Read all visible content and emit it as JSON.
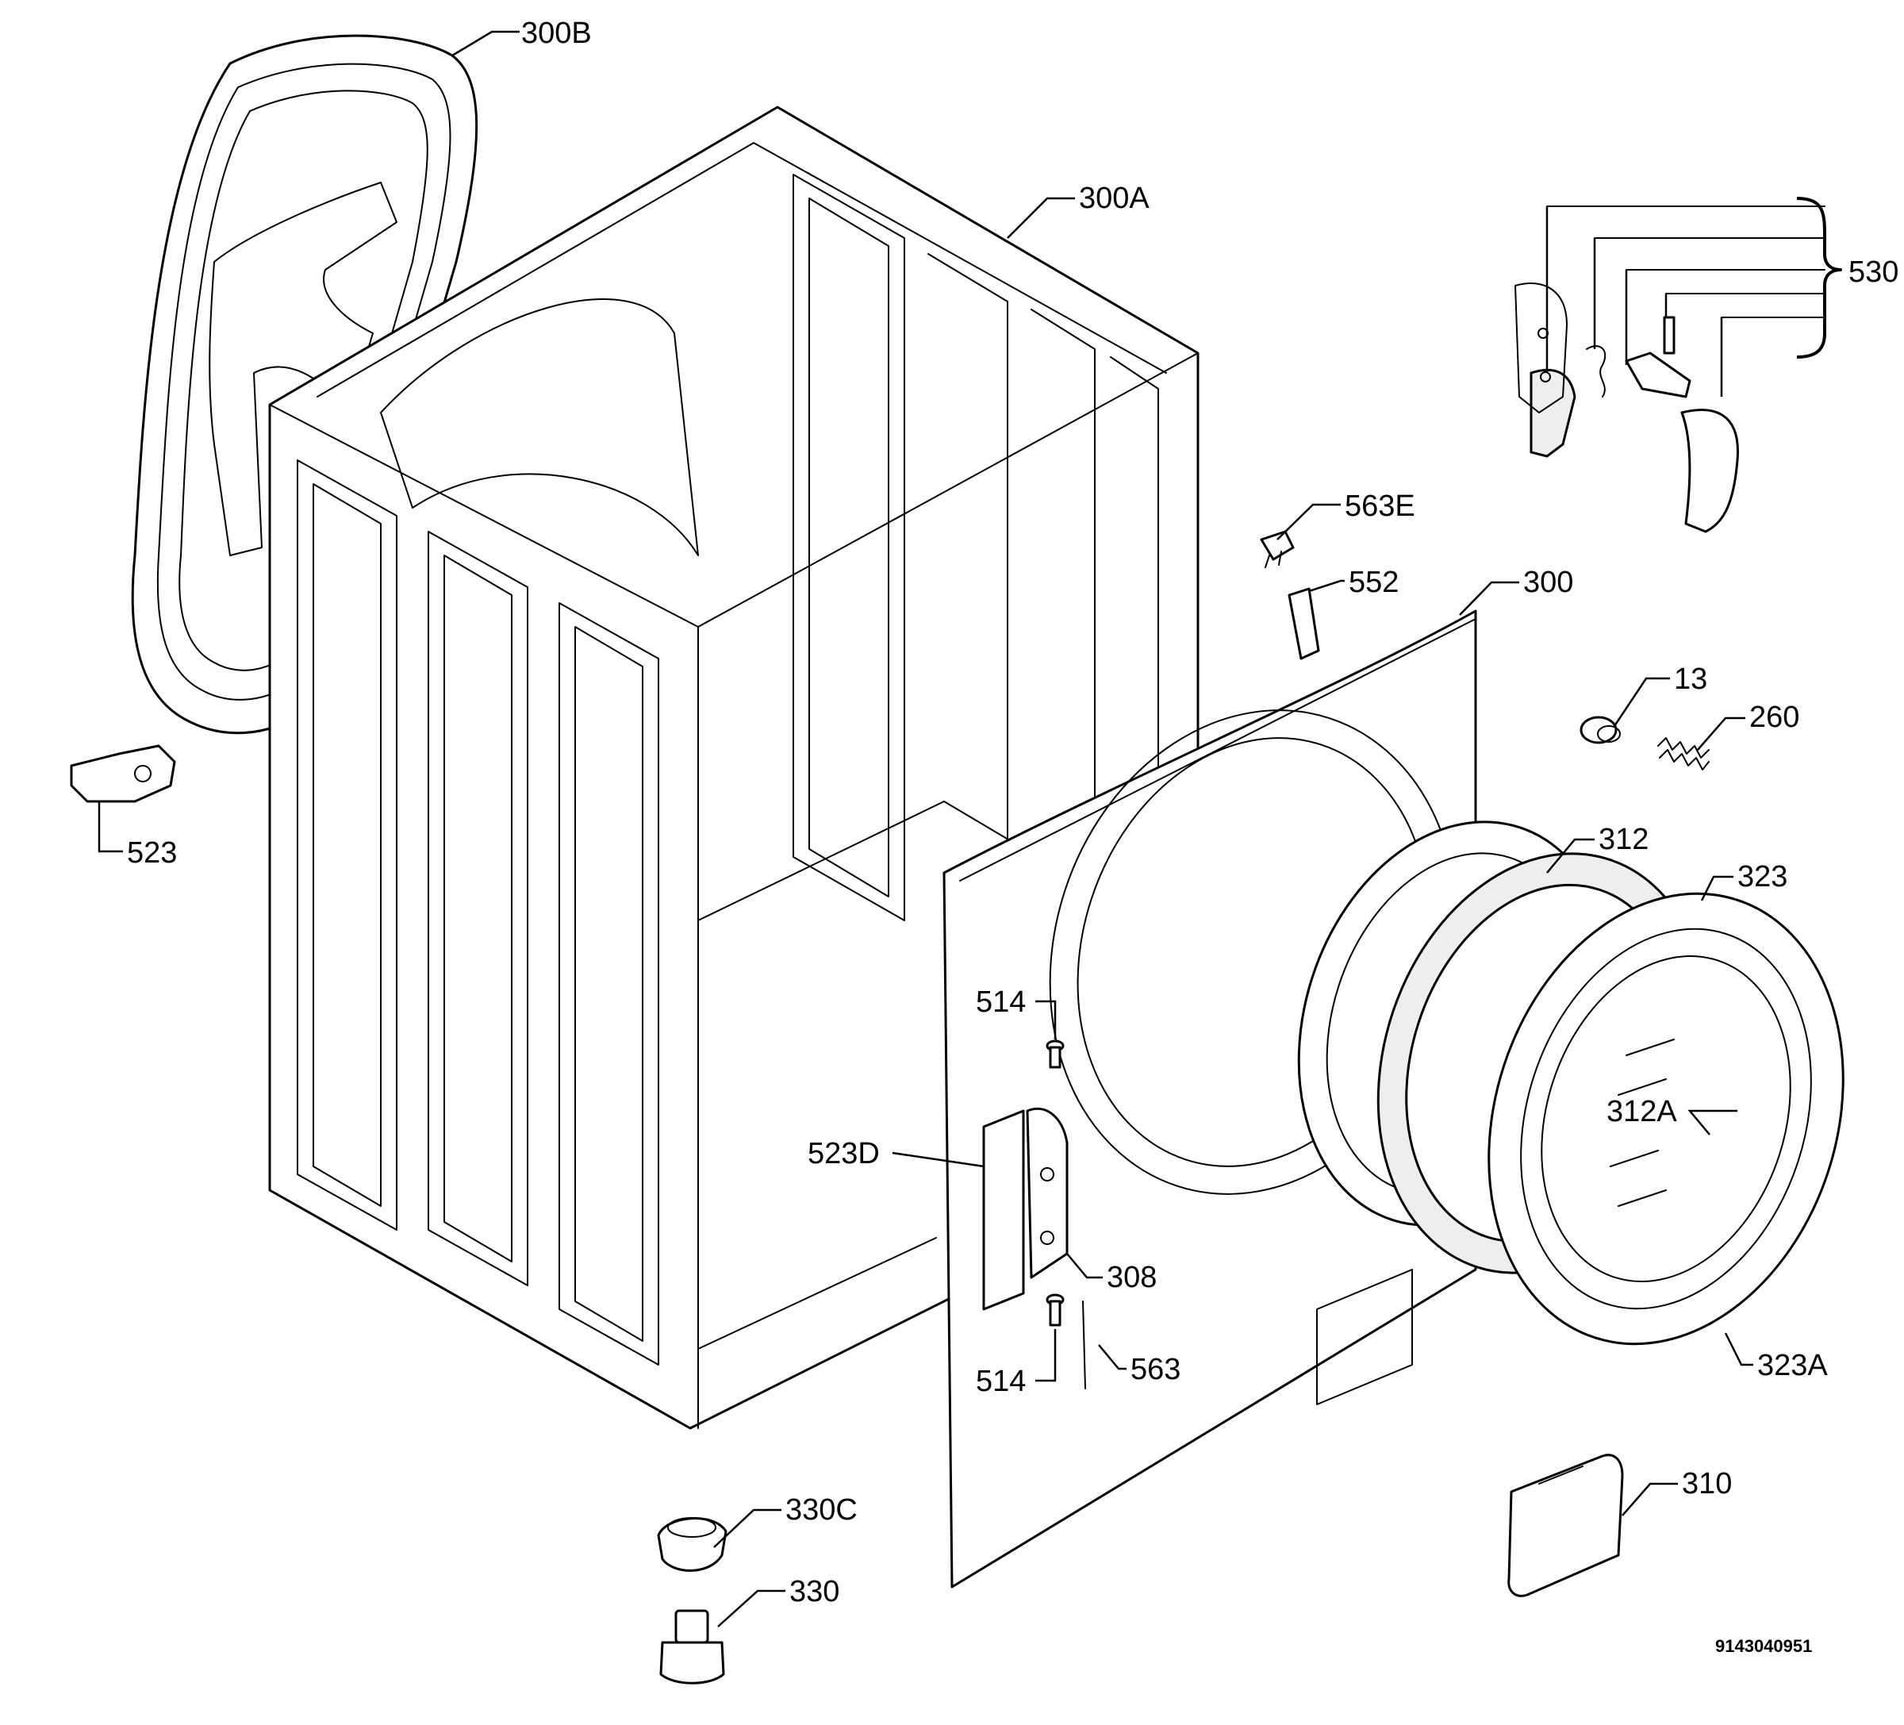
{
  "labels": {
    "l300B": "300B",
    "l300A": "300A",
    "l530": "530",
    "l563E": "563E",
    "l552": "552",
    "l300": "300",
    "l13": "13",
    "l260": "260",
    "l523": "523",
    "l312": "312",
    "l323": "323",
    "l514a": "514",
    "l312A": "312A",
    "l523D": "523D",
    "l308": "308",
    "l514b": "514",
    "l563": "563",
    "l323A": "323A",
    "l310": "310",
    "l330C": "330C",
    "l330": "330"
  },
  "document_number": "9143040951"
}
